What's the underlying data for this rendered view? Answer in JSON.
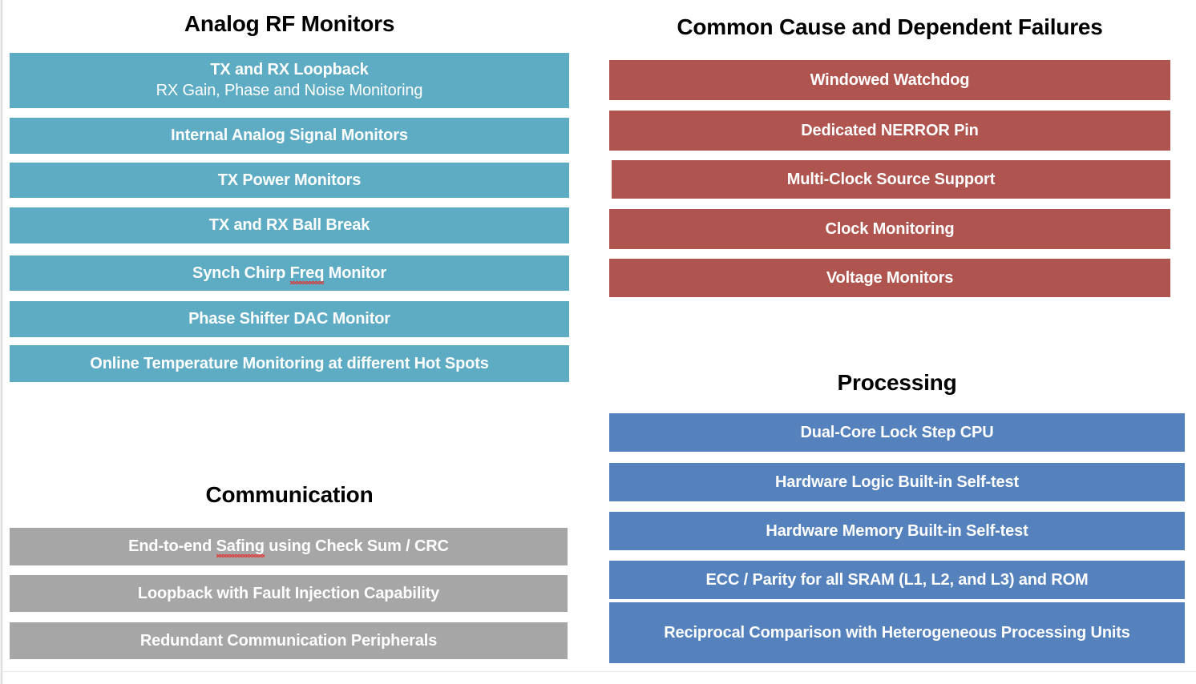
{
  "slide": {
    "background_color": "#FFFFFF",
    "palette": {
      "analog_rf": "#5EACC4",
      "common_cause": "#B0544F",
      "communication": "#A6A6A6",
      "processing": "#5581BD",
      "title_text": "#000000",
      "bar_text": "#FFFFFF",
      "spellcheck_underline": "#E8302A"
    }
  },
  "groups": {
    "analog_rf": {
      "title": "Analog RF Monitors",
      "items": [
        {
          "label": "TX and RX Loopback",
          "sublabel": "RX Gain, Phase and Noise Monitoring"
        },
        {
          "label": "Internal Analog Signal Monitors"
        },
        {
          "label": "TX Power Monitors"
        },
        {
          "label": "TX and RX Ball Break"
        },
        {
          "label": "Synch Chirp Freq Monitor",
          "misspelled_word": "Freq"
        },
        {
          "label": "Phase Shifter DAC Monitor"
        },
        {
          "label": "Online Temperature Monitoring at different Hot Spots"
        }
      ]
    },
    "communication": {
      "title": "Communication",
      "items": [
        {
          "label": "End-to-end Safing using Check Sum / CRC",
          "misspelled_word": "Safing"
        },
        {
          "label": "Loopback with Fault Injection Capability"
        },
        {
          "label": "Redundant Communication Peripherals"
        }
      ]
    },
    "common_cause": {
      "title": "Common Cause and Dependent Failures",
      "items": [
        {
          "label": "Windowed Watchdog"
        },
        {
          "label": "Dedicated NERROR Pin"
        },
        {
          "label": "Multi-Clock Source Support"
        },
        {
          "label": "Clock Monitoring"
        },
        {
          "label": "Voltage Monitors"
        }
      ]
    },
    "processing": {
      "title": "Processing",
      "items": [
        {
          "label": "Dual-Core Lock Step CPU"
        },
        {
          "label": "Hardware Logic Built-in Self-test"
        },
        {
          "label": "Hardware Memory Built-in Self-test"
        },
        {
          "label": "ECC / Parity for all SRAM (L1, L2, and L3) and ROM"
        },
        {
          "label": "Reciprocal Comparison with Heterogeneous Processing Units"
        }
      ]
    }
  }
}
